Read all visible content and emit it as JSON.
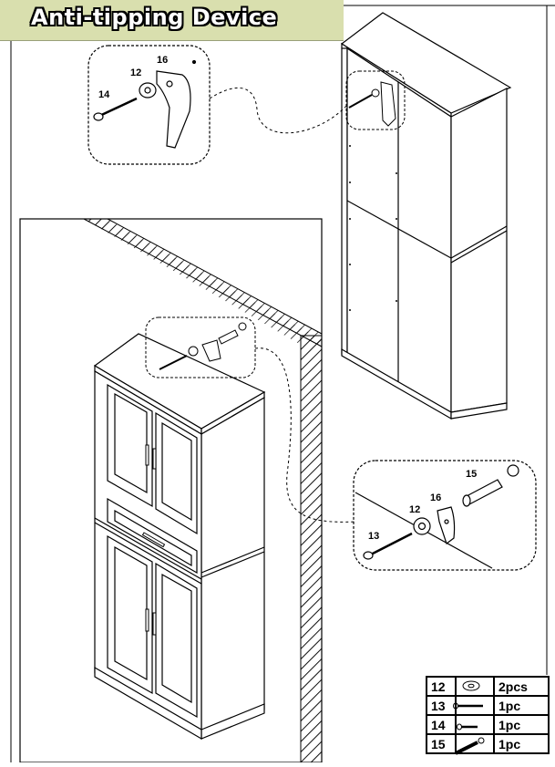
{
  "title": "Anti-tipping Device",
  "callouts": {
    "top": [
      "16",
      "12",
      "14"
    ],
    "bottom": [
      "15",
      "16",
      "12",
      "13"
    ]
  },
  "parts_table": [
    {
      "number": "12",
      "icon": "washer-icon",
      "qty": "2pcs"
    },
    {
      "number": "13",
      "icon": "long-screw-icon",
      "qty": "1pc"
    },
    {
      "number": "14",
      "icon": "short-screw-icon",
      "qty": "1pc"
    },
    {
      "number": "15",
      "icon": "wall-anchor-icon",
      "qty": "1pc"
    }
  ]
}
